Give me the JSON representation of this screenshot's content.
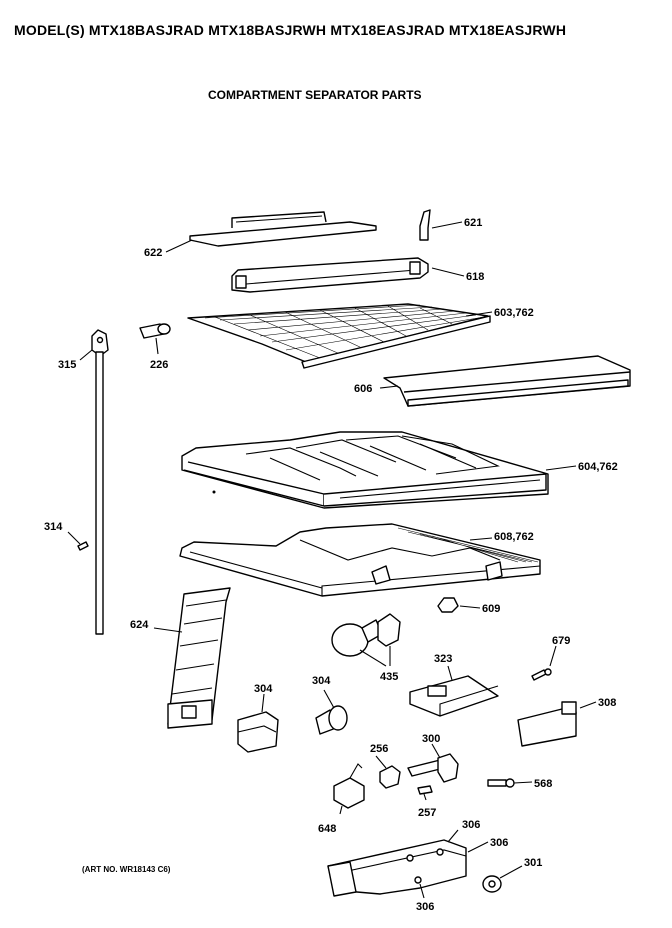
{
  "header": {
    "models": "MODEL(S) MTX18BASJRAD  MTX18BASJRWH  MTX18EASJRAD  MTX18EASJRWH"
  },
  "title": "COMPARTMENT SEPARATOR PARTS",
  "footer": {
    "art_no": "(ART NO. WR18143 C6)"
  },
  "labels": {
    "p621": "621",
    "p622": "622",
    "p618": "618",
    "p603": "603,762",
    "p315": "315",
    "p226": "226",
    "p606": "606",
    "p604": "604,762",
    "p314": "314",
    "p608": "608,762",
    "p609": "609",
    "p624": "624",
    "p679": "679",
    "p323": "323",
    "p435": "435",
    "p304a": "304",
    "p304b": "304",
    "p308": "308",
    "p256": "256",
    "p300": "300",
    "p568": "568",
    "p257": "257",
    "p648": "648",
    "p306a": "306",
    "p306b": "306",
    "p301": "301",
    "p306c": "306"
  }
}
